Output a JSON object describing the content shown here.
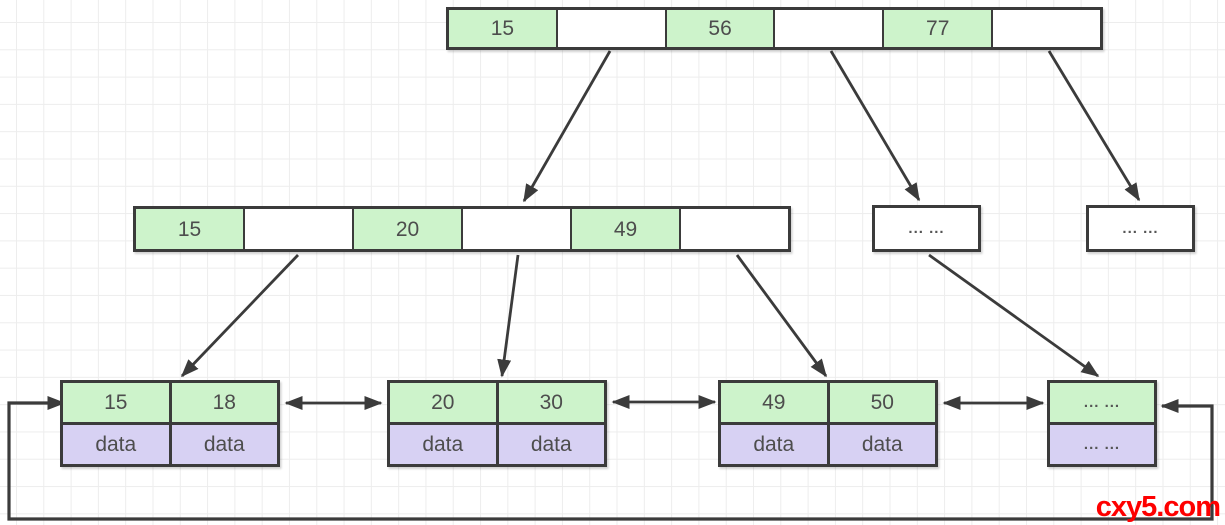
{
  "diagram": {
    "kind": "bplus-tree",
    "root": {
      "cells": [
        {
          "text": "15",
          "fill": "green"
        },
        {
          "text": "",
          "fill": "white"
        },
        {
          "text": "56",
          "fill": "green"
        },
        {
          "text": "",
          "fill": "white"
        },
        {
          "text": "77",
          "fill": "green"
        },
        {
          "text": "",
          "fill": "white"
        }
      ]
    },
    "internal": {
      "cells": [
        {
          "text": "15",
          "fill": "green"
        },
        {
          "text": "",
          "fill": "white"
        },
        {
          "text": "20",
          "fill": "green"
        },
        {
          "text": "",
          "fill": "white"
        },
        {
          "text": "49",
          "fill": "green"
        },
        {
          "text": "",
          "fill": "white"
        }
      ]
    },
    "more1": {
      "cells": [
        {
          "text": "... ...",
          "fill": "white",
          "dots": true
        }
      ]
    },
    "more2": {
      "cells": [
        {
          "text": "... ...",
          "fill": "white",
          "dots": true
        }
      ]
    },
    "leaves": [
      {
        "keys": [
          "15",
          "18"
        ],
        "data": [
          "data",
          "data"
        ],
        "dots": false
      },
      {
        "keys": [
          "20",
          "30"
        ],
        "data": [
          "data",
          "data"
        ],
        "dots": false
      },
      {
        "keys": [
          "49",
          "50"
        ],
        "data": [
          "data",
          "data"
        ],
        "dots": false
      },
      {
        "keys": [
          "... ..."
        ],
        "data": [
          "... ..."
        ],
        "dots": true
      }
    ],
    "edges": [
      {
        "from": "root",
        "to": "internal",
        "type": "arrow"
      },
      {
        "from": "root",
        "to": "internal-more-1",
        "type": "arrow"
      },
      {
        "from": "root",
        "to": "internal-more-2",
        "type": "arrow"
      },
      {
        "from": "internal",
        "to": "leaf-1",
        "type": "arrow"
      },
      {
        "from": "internal",
        "to": "leaf-2",
        "type": "arrow"
      },
      {
        "from": "internal",
        "to": "leaf-3",
        "type": "arrow"
      },
      {
        "from": "internal-more-1",
        "to": "leaf-4",
        "type": "arrow"
      },
      {
        "from": "leaf-1",
        "to": "leaf-2",
        "type": "double-arrow"
      },
      {
        "from": "leaf-2",
        "to": "leaf-3",
        "type": "double-arrow"
      },
      {
        "from": "leaf-3",
        "to": "leaf-4",
        "type": "double-arrow"
      },
      {
        "from": "leaf-4",
        "to": "leaf-1",
        "type": "wrap-around-double-arrow"
      }
    ]
  },
  "colors": {
    "key_cell_fill": "#cdf3cb",
    "data_cell_fill": "#d7d1f3",
    "stroke": "#3b3b3b",
    "text": "#4d4d4d",
    "grid_line": "#ededed",
    "background": "#ffffff",
    "watermark": "#fe0000"
  },
  "watermark": {
    "text": "cxy5.com"
  }
}
